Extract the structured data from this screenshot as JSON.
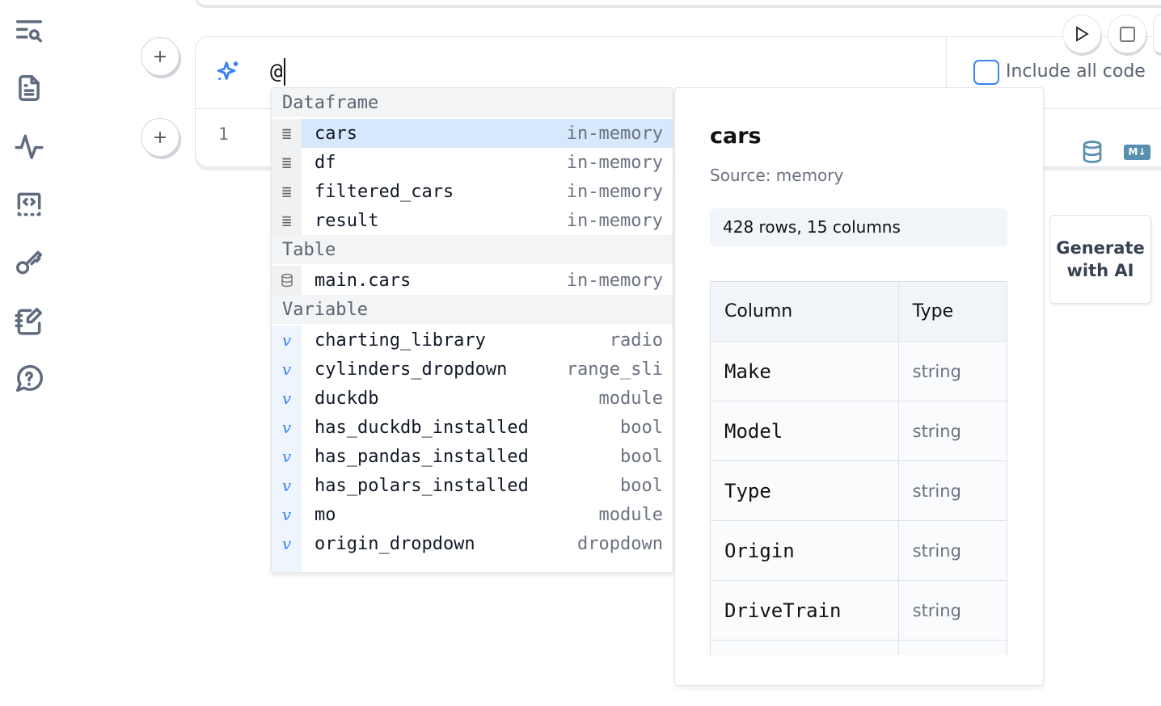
{
  "sidebar": {
    "items": [
      {
        "name": "outline",
        "icon": "list-search-icon"
      },
      {
        "name": "documentation",
        "icon": "file-text-icon"
      },
      {
        "name": "tracing",
        "icon": "activity-icon"
      },
      {
        "name": "snippets",
        "icon": "code-square-icon"
      },
      {
        "name": "secrets",
        "icon": "key-icon"
      },
      {
        "name": "scratchpad",
        "icon": "notebook-pen-icon"
      },
      {
        "name": "help",
        "icon": "message-question-icon"
      }
    ]
  },
  "cell": {
    "prompt_value": "@",
    "line_number": "1",
    "include_all_code_label": "Include all code",
    "include_all_code_checked": false
  },
  "autocomplete": {
    "sections": [
      {
        "title": "Dataframe",
        "type": "dataframe",
        "items": [
          {
            "name": "cars",
            "kind": "in-memory",
            "selected": true
          },
          {
            "name": "df",
            "kind": "in-memory"
          },
          {
            "name": "filtered_cars",
            "kind": "in-memory"
          },
          {
            "name": "result",
            "kind": "in-memory"
          }
        ]
      },
      {
        "title": "Table",
        "type": "table",
        "items": [
          {
            "name": "main.cars",
            "kind": "in-memory"
          }
        ]
      },
      {
        "title": "Variable",
        "type": "variable",
        "items": [
          {
            "name": "charting_library",
            "kind": "radio"
          },
          {
            "name": "cylinders_dropdown",
            "kind": "range_sli"
          },
          {
            "name": "duckdb",
            "kind": "module"
          },
          {
            "name": "has_duckdb_installed",
            "kind": "bool"
          },
          {
            "name": "has_pandas_installed",
            "kind": "bool"
          },
          {
            "name": "has_polars_installed",
            "kind": "bool"
          },
          {
            "name": "mo",
            "kind": "module"
          },
          {
            "name": "origin_dropdown",
            "kind": "dropdown"
          }
        ]
      }
    ]
  },
  "info": {
    "title": "cars",
    "source": "Source: memory",
    "stats": "428 rows, 15 columns",
    "headers": [
      "Column",
      "Type"
    ],
    "rows": [
      [
        "Make",
        "string"
      ],
      [
        "Model",
        "string"
      ],
      [
        "Type",
        "string"
      ],
      [
        "Origin",
        "string"
      ],
      [
        "DriveTrain",
        "string"
      ]
    ]
  },
  "ai_button_label": "Generate with AI",
  "colors": {
    "accent": "#3b82f6",
    "selected_row": "#d6e8fb",
    "icon_gray": "#5f6b7f"
  }
}
